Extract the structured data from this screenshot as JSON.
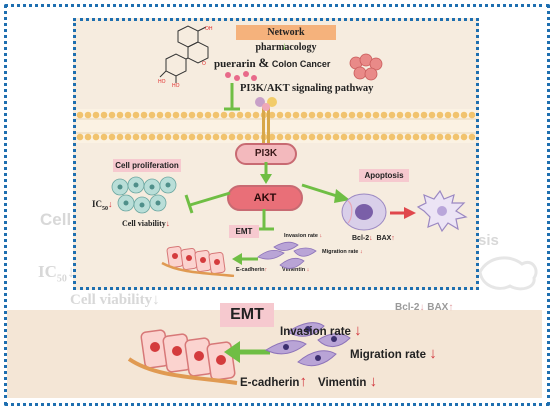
{
  "inner": {
    "network_pharmacology": "Network pharmacology",
    "puerarin": "puerarin",
    "ampersand": "&",
    "colon_cancer": "Colon Cancer",
    "pathway": "PI3K/AKT signaling pathway",
    "pi3k": "PI3K",
    "akt": "AKT",
    "cell_proliferation": "Cell proliferation",
    "ic50": "IC",
    "ic50_sub": "50",
    "cell_viability": "Cell viability",
    "apoptosis": "Apoptosis",
    "bcl2": "Bcl-2",
    "bax": "BAX",
    "emt": "EMT",
    "invasion_rate": "Invasion rate",
    "migration_rate": "Migration rate",
    "e_cadherin": "E-cadherin",
    "vimentin": "Vimentin"
  },
  "zoom": {
    "emt": "EMT",
    "invasion_rate": "Invasion rate",
    "migration_rate": "Migration rate",
    "e_cadherin": "E-cadherin",
    "vimentin": "Vimentin"
  },
  "background_fragments": {
    "cell": "Cell",
    "ic50": "IC",
    "ic50_sub": "50",
    "cell_viability": "Cell viability",
    "bcl2_bax": "Bcl-2",
    "bax": "BAX",
    "apoptosis_tail": "sis"
  },
  "arrows": {
    "up": "↑",
    "down": "↓"
  },
  "colors": {
    "frame": "#1e6fb0",
    "green_arrow": "#6fbe44",
    "red_arrow": "#e0474c",
    "membrane": "#f1c36e"
  }
}
